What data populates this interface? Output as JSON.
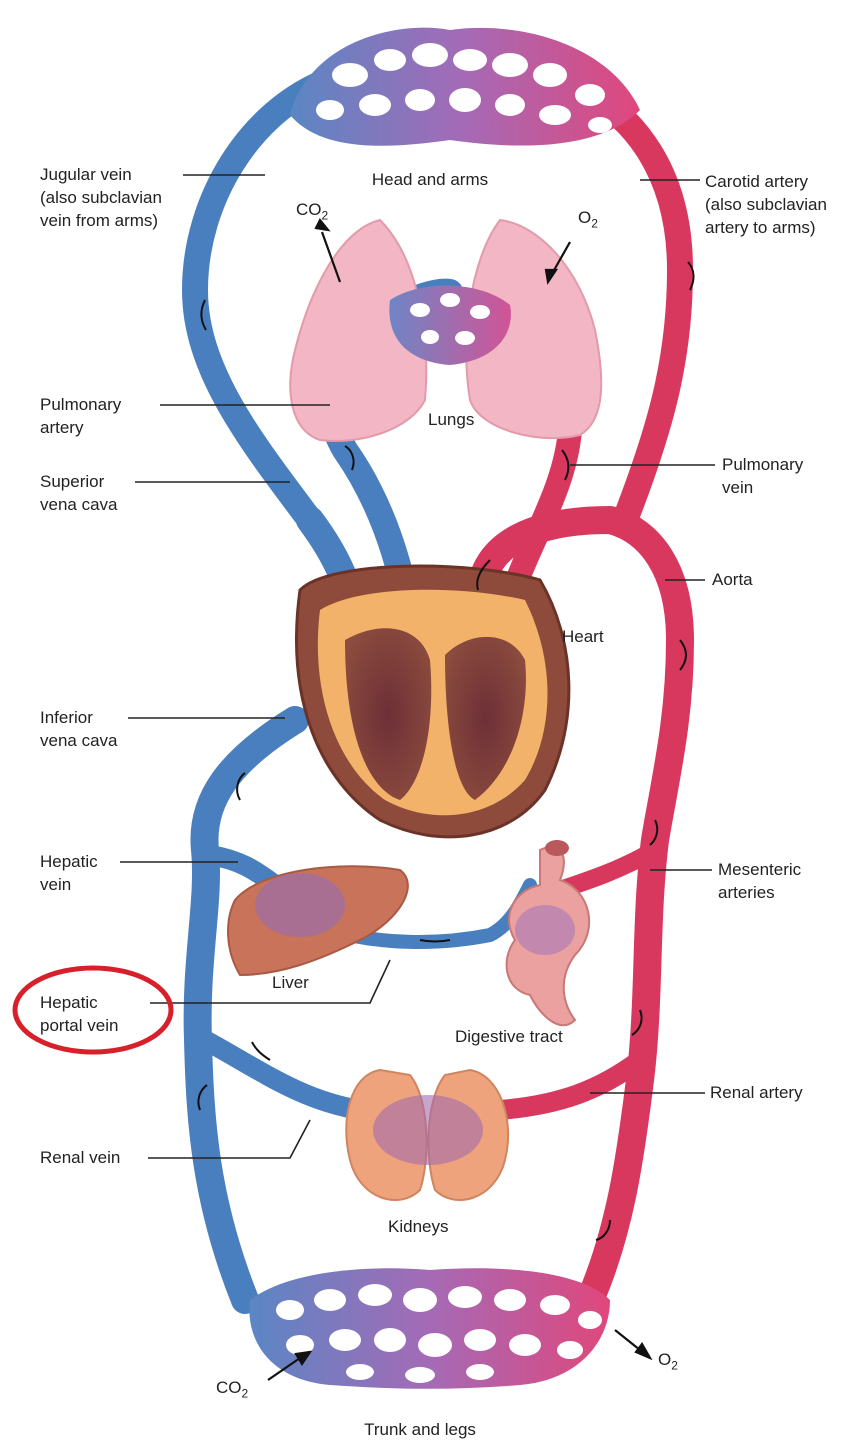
{
  "labels": {
    "head_and_arms": "Head and arms",
    "jugular_vein": "Jugular vein\n(also subclavian\nvein from arms)",
    "carotid_artery": "Carotid artery\n(also subclavian\nartery to arms)",
    "lungs": "Lungs",
    "pulmonary_artery": "Pulmonary\nartery",
    "superior_vena_cava": "Superior\nvena cava",
    "pulmonary_vein": "Pulmonary\nvein",
    "aorta": "Aorta",
    "heart": "Heart",
    "inferior_vena_cava": "Inferior\nvena cava",
    "hepatic_vein": "Hepatic\nvein",
    "mesenteric_arteries": "Mesenteric\narteries",
    "liver": "Liver",
    "hepatic_portal_vein": "Hepatic\nportal vein",
    "digestive_tract": "Digestive tract",
    "renal_artery": "Renal artery",
    "renal_vein": "Renal vein",
    "kidneys": "Kidneys",
    "trunk_and_legs": "Trunk and legs"
  },
  "gases": {
    "co2_top": "CO",
    "co2_top_sub": "2",
    "o2_top": "O",
    "o2_top_sub": "2",
    "co2_bottom": "CO",
    "co2_bottom_sub": "2",
    "o2_bottom": "O",
    "o2_bottom_sub": "2"
  },
  "colors": {
    "vein": "#4a7fbf",
    "artery": "#d9385e",
    "capillary": "#9b6aa8",
    "highlight_circle": "#d8202a"
  }
}
